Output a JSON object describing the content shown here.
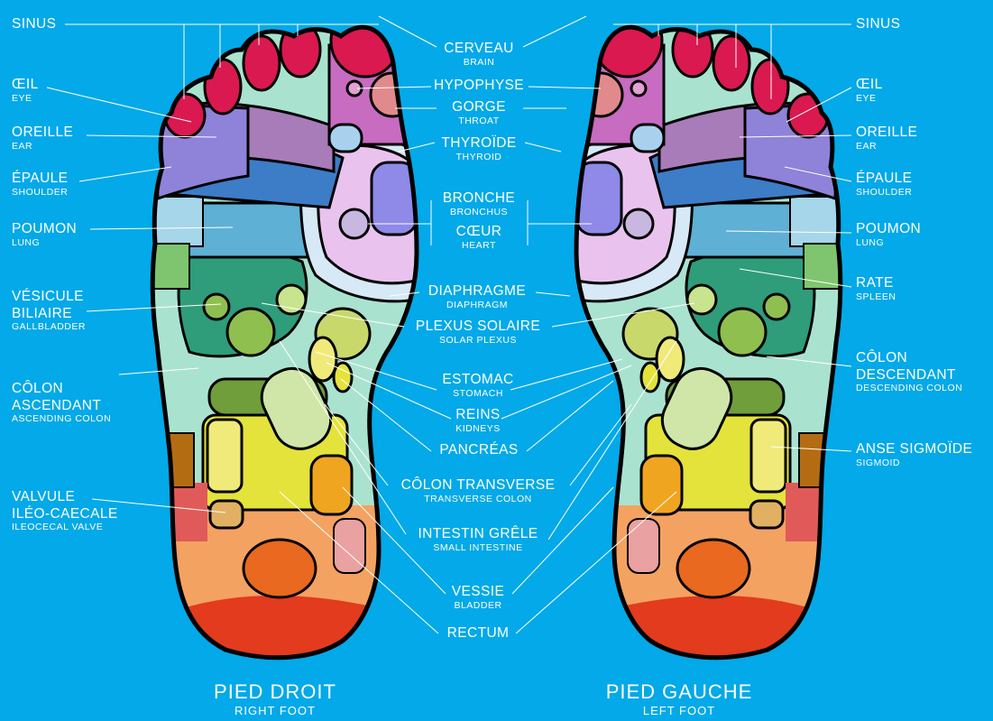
{
  "background": "#03a9e8",
  "colors": {
    "toe": "#d9194f",
    "sinus_pink": "#c76cc0",
    "pituitary": "#e2a0d3",
    "throat": "#e08a8e",
    "thyroid": "#a9d1ee",
    "eye_band": "#a77cb9",
    "ear_blue": "#8f82d9",
    "shoulder": "#3d7cc7",
    "lung": "#5eb0d4",
    "lung_light": "#a6d6ea",
    "heart_bg": "#e9c3ee",
    "bronchus": "#8f89e8",
    "spleen_green": "#2f9c7a",
    "solar": "#8fbf4f",
    "mint": "#a9e3cf",
    "yellow": "#e4e33b",
    "yellow_light": "#f0ea7a",
    "orange_small": "#f0a520",
    "brown": "#b46c13",
    "valve_red": "#e15a5a",
    "bladder_pink": "#eaa1a1",
    "heel_orange": "#f4a262",
    "heel_core": "#e8691f",
    "heel_red": "#e23b1e"
  },
  "titles": {
    "right": {
      "fr": "PIED DROIT",
      "en": "RIGHT FOOT"
    },
    "left": {
      "fr": "PIED GAUCHE",
      "en": "LEFT FOOT"
    }
  },
  "labels": {
    "left_col": [
      {
        "fr": "SINUS",
        "en": ""
      },
      {
        "fr": "ŒIL",
        "en": "EYE"
      },
      {
        "fr": "OREILLE",
        "en": "EAR"
      },
      {
        "fr": "ÉPAULE",
        "en": "SHOULDER"
      },
      {
        "fr": "POUMON",
        "en": "LUNG"
      },
      {
        "fr": "VÉSICULE",
        "fr2": "BILIAIRE",
        "en": "GALLBLADDER"
      },
      {
        "fr": "CÔLON",
        "fr2": "ASCENDANT",
        "en": "ASCENDING COLON"
      },
      {
        "fr": "VALVULE",
        "fr2": "ILÉO-CAECALE",
        "en": "ILEOCECAL VALVE"
      }
    ],
    "center": [
      {
        "fr": "CERVEAU",
        "en": "BRAIN"
      },
      {
        "fr": "HYPOPHYSE",
        "en": ""
      },
      {
        "fr": "GORGE",
        "en": "THROAT"
      },
      {
        "fr": "THYROÏDE",
        "en": "THYROID"
      },
      {
        "fr": "BRONCHE",
        "en": "BRONCHUS"
      },
      {
        "fr": "CŒUR",
        "en": "HEART"
      },
      {
        "fr": "DIAPHRAGME",
        "en": "DIAPHRAGM"
      },
      {
        "fr": "PLEXUS SOLAIRE",
        "en": "SOLAR PLEXUS"
      },
      {
        "fr": "ESTOMAC",
        "en": "STOMACH"
      },
      {
        "fr": "REINS",
        "en": "KIDNEYS"
      },
      {
        "fr": "PANCRÉAS",
        "en": ""
      },
      {
        "fr": "CÔLON TRANSVERSE",
        "en": "TRANSVERSE COLON"
      },
      {
        "fr": "INTESTIN GRÊLE",
        "en": "SMALL INTESTINE"
      },
      {
        "fr": "VESSIE",
        "en": "BLADDER"
      },
      {
        "fr": "RECTUM",
        "en": ""
      }
    ],
    "right_col": [
      {
        "fr": "SINUS",
        "en": ""
      },
      {
        "fr": "ŒIL",
        "en": "EYE"
      },
      {
        "fr": "OREILLE",
        "en": "EAR"
      },
      {
        "fr": "ÉPAULE",
        "en": "SHOULDER"
      },
      {
        "fr": "POUMON",
        "en": "LUNG"
      },
      {
        "fr": "RATE",
        "en": "SPLEEN"
      },
      {
        "fr": "CÔLON",
        "fr2": "DESCENDANT",
        "en": "DESCENDING COLON"
      },
      {
        "fr": "ANSE SIGMOÏDE",
        "en": "SIGMOID"
      }
    ]
  }
}
